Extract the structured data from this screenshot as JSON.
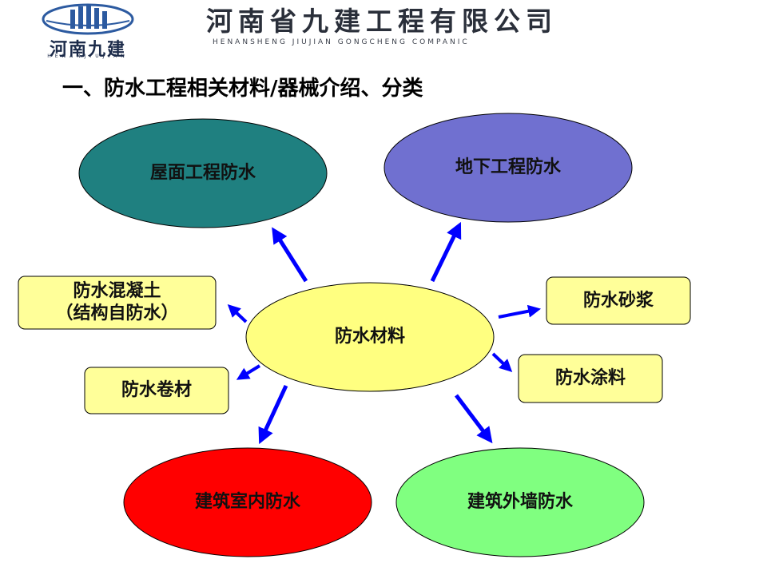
{
  "header": {
    "logo_text": "河南九建",
    "logo_subtext": "HENANJIUJIAN",
    "company_name": "河南省九建工程有限公司",
    "company_name_en": "HENANSHENG  JIUJIAN  GONGCHENG  COMPANIC"
  },
  "title": "一、防水工程相关材料/器械介绍、分类",
  "diagram": {
    "center": "防水材料",
    "roof": "屋面工程防水",
    "underground": "地下工程防水",
    "concrete_line1": "防水混凝土",
    "concrete_line2": "（结构自防水）",
    "membrane": "防水卷材",
    "mortar": "防水砂浆",
    "coating": "防水涂料",
    "indoor": "建筑室内防水",
    "exterior_wall": "建筑外墙防水"
  },
  "colors": {
    "roof": "#1f8080",
    "underground": "#7070d0",
    "center": "#ffff80",
    "box": "#ffff99",
    "indoor": "#ff0000",
    "exterior_wall": "#80ff80",
    "arrow": "#0000ff",
    "outline": "#000000"
  }
}
